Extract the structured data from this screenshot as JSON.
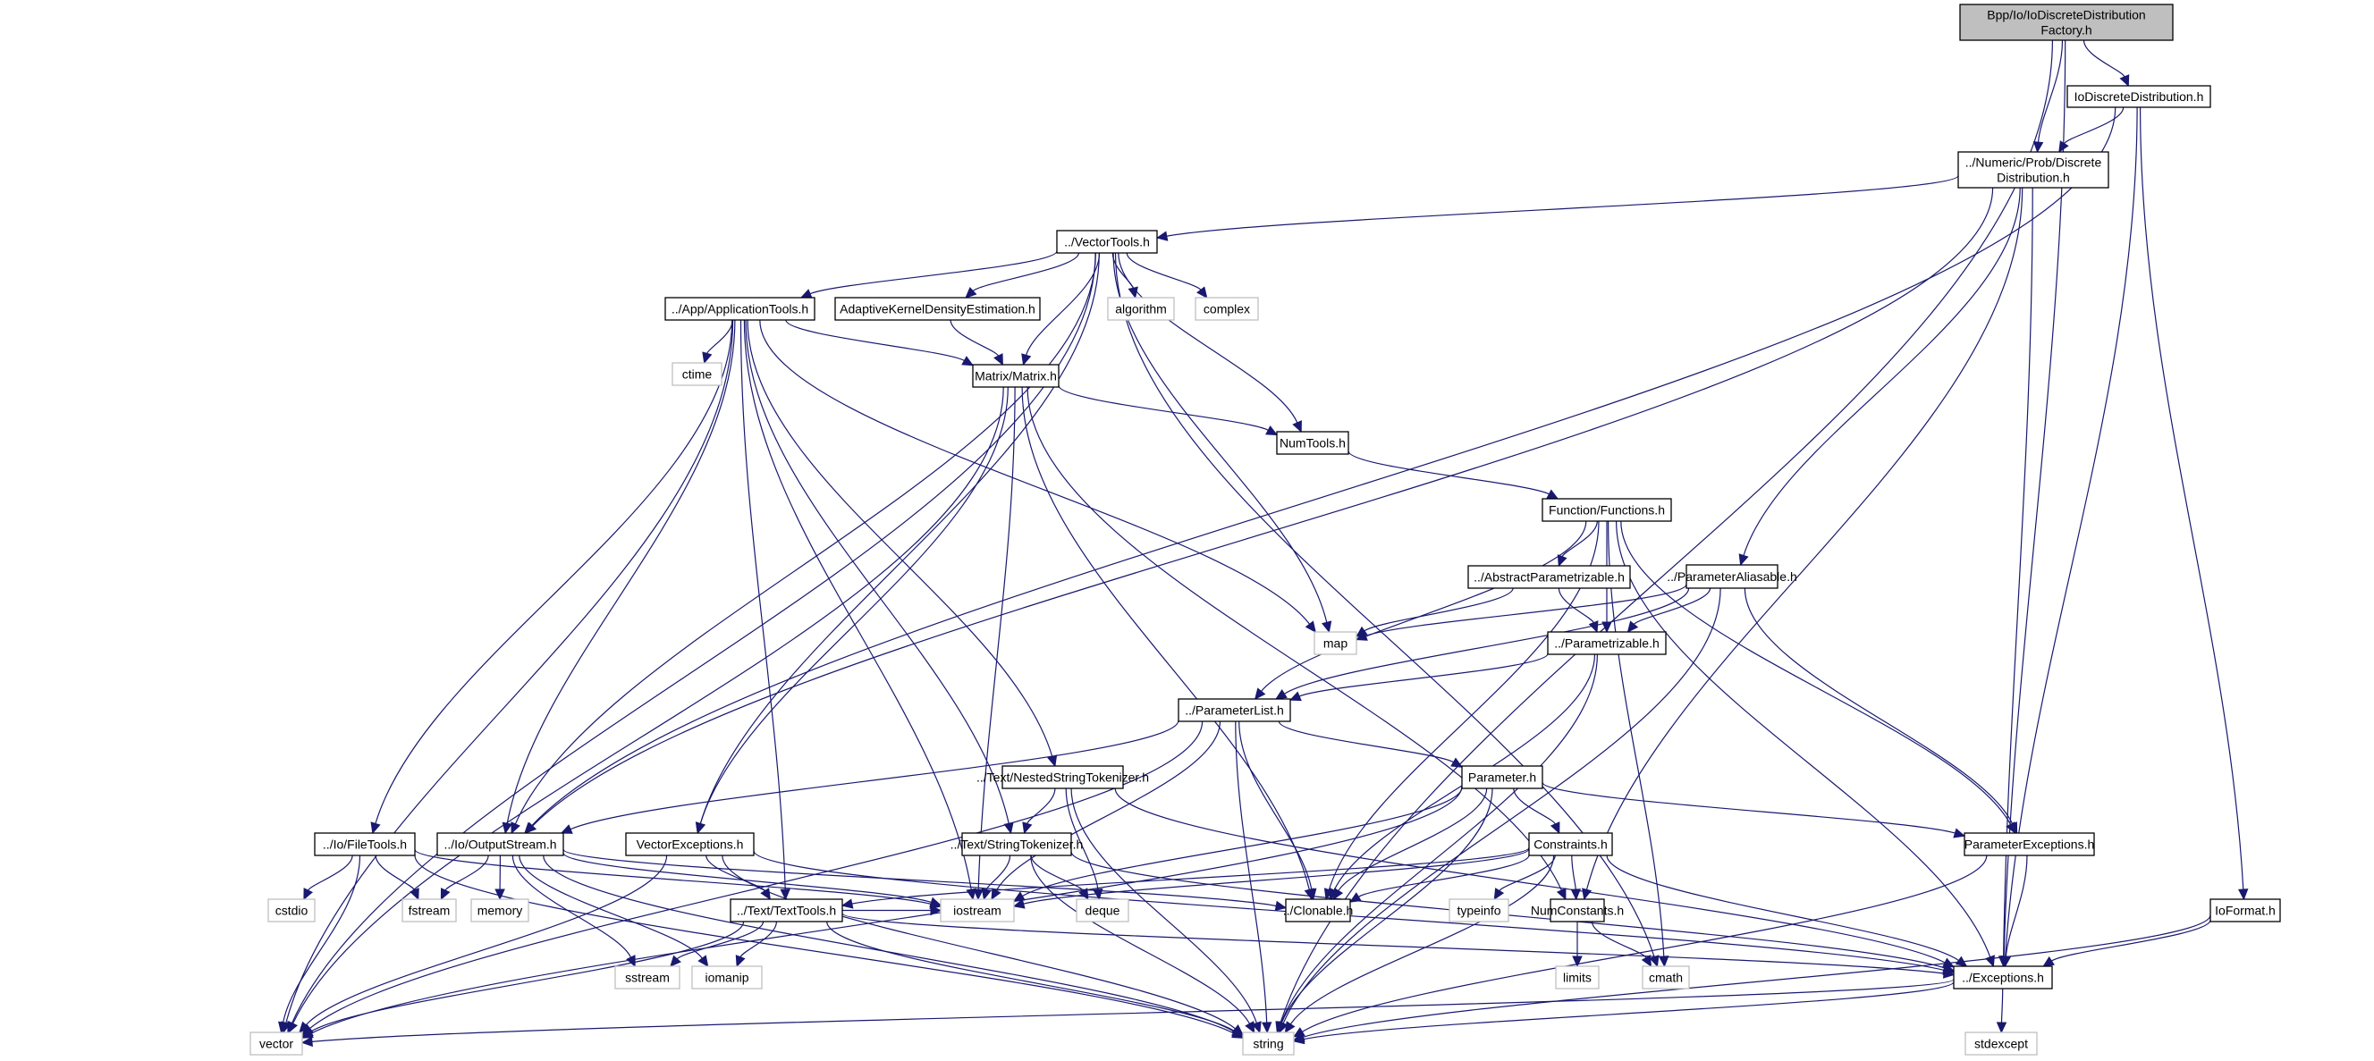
{
  "title": "Bpp/Io/IoDiscreteDistributionFactory.h include dependency graph",
  "colors": {
    "edge": "#191970",
    "root_fill": "#bfbfbf",
    "node_border": "#000000",
    "system_border": "#bfbfbf"
  },
  "nodes": [
    {
      "id": "root",
      "label": [
        "Bpp/Io/IoDiscreteDistribution",
        "Factory.h"
      ],
      "kind": "root"
    },
    {
      "id": "ioDD",
      "label": [
        "IoDiscreteDistribution.h"
      ],
      "kind": "local"
    },
    {
      "id": "DD",
      "label": [
        "../Numeric/Prob/Discrete",
        "Distribution.h"
      ],
      "kind": "local"
    },
    {
      "id": "VT",
      "label": [
        "../VectorTools.h"
      ],
      "kind": "local"
    },
    {
      "id": "AT",
      "label": [
        "../App/ApplicationTools.h"
      ],
      "kind": "local"
    },
    {
      "id": "AKDE",
      "label": [
        "AdaptiveKernelDensityEstimation.h"
      ],
      "kind": "local"
    },
    {
      "id": "algorithm",
      "label": [
        "algorithm"
      ],
      "kind": "system"
    },
    {
      "id": "complex",
      "label": [
        "complex"
      ],
      "kind": "system"
    },
    {
      "id": "ctime",
      "label": [
        "ctime"
      ],
      "kind": "system"
    },
    {
      "id": "MX",
      "label": [
        "Matrix/Matrix.h"
      ],
      "kind": "local"
    },
    {
      "id": "NT",
      "label": [
        "NumTools.h"
      ],
      "kind": "local"
    },
    {
      "id": "FN",
      "label": [
        "Function/Functions.h"
      ],
      "kind": "local"
    },
    {
      "id": "AP",
      "label": [
        "../AbstractParametrizable.h"
      ],
      "kind": "local"
    },
    {
      "id": "PA",
      "label": [
        "../ParameterAliasable.h"
      ],
      "kind": "local"
    },
    {
      "id": "map",
      "label": [
        "map"
      ],
      "kind": "system"
    },
    {
      "id": "PZ",
      "label": [
        "../Parametrizable.h"
      ],
      "kind": "local"
    },
    {
      "id": "PL",
      "label": [
        "../ParameterList.h"
      ],
      "kind": "local"
    },
    {
      "id": "NST",
      "label": [
        "../Text/NestedStringTokenizer.h"
      ],
      "kind": "local"
    },
    {
      "id": "PM",
      "label": [
        "Parameter.h"
      ],
      "kind": "local"
    },
    {
      "id": "FT",
      "label": [
        "../Io/FileTools.h"
      ],
      "kind": "local"
    },
    {
      "id": "OS",
      "label": [
        "../Io/OutputStream.h"
      ],
      "kind": "local"
    },
    {
      "id": "VE",
      "label": [
        "VectorExceptions.h"
      ],
      "kind": "local"
    },
    {
      "id": "ST",
      "label": [
        "../Text/StringTokenizer.h"
      ],
      "kind": "local"
    },
    {
      "id": "CS",
      "label": [
        "Constraints.h"
      ],
      "kind": "local"
    },
    {
      "id": "PE",
      "label": [
        "ParameterExceptions.h"
      ],
      "kind": "local"
    },
    {
      "id": "cstdio",
      "label": [
        "cstdio"
      ],
      "kind": "system"
    },
    {
      "id": "fstream",
      "label": [
        "fstream"
      ],
      "kind": "system"
    },
    {
      "id": "memory",
      "label": [
        "memory"
      ],
      "kind": "system"
    },
    {
      "id": "TT",
      "label": [
        "../Text/TextTools.h"
      ],
      "kind": "local"
    },
    {
      "id": "iostream",
      "label": [
        "iostream"
      ],
      "kind": "system"
    },
    {
      "id": "deque",
      "label": [
        "deque"
      ],
      "kind": "system"
    },
    {
      "id": "CL",
      "label": [
        "../Clonable.h"
      ],
      "kind": "local"
    },
    {
      "id": "typeinfo",
      "label": [
        "typeinfo"
      ],
      "kind": "system"
    },
    {
      "id": "NC",
      "label": [
        "NumConstants.h"
      ],
      "kind": "local"
    },
    {
      "id": "IOF",
      "label": [
        "IoFormat.h"
      ],
      "kind": "local"
    },
    {
      "id": "sstream",
      "label": [
        "sstream"
      ],
      "kind": "system"
    },
    {
      "id": "iomanip",
      "label": [
        "iomanip"
      ],
      "kind": "system"
    },
    {
      "id": "limits",
      "label": [
        "limits"
      ],
      "kind": "system"
    },
    {
      "id": "cmath",
      "label": [
        "cmath"
      ],
      "kind": "system"
    },
    {
      "id": "EX",
      "label": [
        "../Exceptions.h"
      ],
      "kind": "local"
    },
    {
      "id": "vector",
      "label": [
        "vector"
      ],
      "kind": "system"
    },
    {
      "id": "string",
      "label": [
        "string"
      ],
      "kind": "system"
    },
    {
      "id": "stdexcept",
      "label": [
        "stdexcept"
      ],
      "kind": "system"
    }
  ],
  "edges": [
    [
      "root",
      "ioDD"
    ],
    [
      "root",
      "DD"
    ],
    [
      "root",
      "EX"
    ],
    [
      "root",
      "string"
    ],
    [
      "ioDD",
      "DD"
    ],
    [
      "ioDD",
      "OS"
    ],
    [
      "ioDD",
      "EX"
    ],
    [
      "ioDD",
      "IOF"
    ],
    [
      "DD",
      "VT"
    ],
    [
      "DD",
      "PA"
    ],
    [
      "DD",
      "NC"
    ],
    [
      "DD",
      "EX"
    ],
    [
      "DD",
      "OS"
    ],
    [
      "VT",
      "AT"
    ],
    [
      "VT",
      "AKDE"
    ],
    [
      "VT",
      "algorithm"
    ],
    [
      "VT",
      "complex"
    ],
    [
      "VT",
      "MX"
    ],
    [
      "VT",
      "NT"
    ],
    [
      "VT",
      "map"
    ],
    [
      "VT",
      "VE"
    ],
    [
      "VT",
      "OS"
    ],
    [
      "VT",
      "vector"
    ],
    [
      "VT",
      "cmath"
    ],
    [
      "AT",
      "ctime"
    ],
    [
      "AT",
      "MX"
    ],
    [
      "AT",
      "FT"
    ],
    [
      "AT",
      "OS"
    ],
    [
      "AT",
      "TT"
    ],
    [
      "AT",
      "ST"
    ],
    [
      "AT",
      "NST"
    ],
    [
      "AT",
      "iostream"
    ],
    [
      "AT",
      "map"
    ],
    [
      "AT",
      "vector"
    ],
    [
      "AKDE",
      "MX"
    ],
    [
      "MX",
      "NT"
    ],
    [
      "MX",
      "VE"
    ],
    [
      "MX",
      "iostream"
    ],
    [
      "MX",
      "CL"
    ],
    [
      "MX",
      "NC"
    ],
    [
      "MX",
      "vector"
    ],
    [
      "NT",
      "FN"
    ],
    [
      "FN",
      "AP"
    ],
    [
      "FN",
      "PZ"
    ],
    [
      "FN",
      "PL"
    ],
    [
      "FN",
      "CL"
    ],
    [
      "FN",
      "PE"
    ],
    [
      "FN",
      "EX"
    ],
    [
      "FN",
      "cmath"
    ],
    [
      "AP",
      "PZ"
    ],
    [
      "AP",
      "map"
    ],
    [
      "PA",
      "PZ"
    ],
    [
      "PA",
      "PL"
    ],
    [
      "PA",
      "map"
    ],
    [
      "PA",
      "PE"
    ],
    [
      "PA",
      "string"
    ],
    [
      "PZ",
      "PL"
    ],
    [
      "PZ",
      "CL"
    ],
    [
      "PZ",
      "string"
    ],
    [
      "PL",
      "PM"
    ],
    [
      "PL",
      "OS"
    ],
    [
      "PL",
      "CL"
    ],
    [
      "PL",
      "iostream"
    ],
    [
      "PL",
      "string"
    ],
    [
      "PL",
      "vector"
    ],
    [
      "NST",
      "ST"
    ],
    [
      "NST",
      "deque"
    ],
    [
      "NST",
      "string"
    ],
    [
      "NST",
      "EX"
    ],
    [
      "PM",
      "CS"
    ],
    [
      "PM",
      "PE"
    ],
    [
      "PM",
      "CL"
    ],
    [
      "PM",
      "iostream"
    ],
    [
      "PM",
      "string"
    ],
    [
      "PM",
      "vector"
    ],
    [
      "FT",
      "cstdio"
    ],
    [
      "FT",
      "fstream"
    ],
    [
      "FT",
      "iostream"
    ],
    [
      "FT",
      "vector"
    ],
    [
      "FT",
      "string"
    ],
    [
      "OS",
      "fstream"
    ],
    [
      "OS",
      "memory"
    ],
    [
      "OS",
      "sstream"
    ],
    [
      "OS",
      "iomanip"
    ],
    [
      "OS",
      "iostream"
    ],
    [
      "OS",
      "CL"
    ],
    [
      "OS",
      "string"
    ],
    [
      "VE",
      "TT"
    ],
    [
      "VE",
      "EX"
    ],
    [
      "VE",
      "vector"
    ],
    [
      "VE",
      "string"
    ],
    [
      "ST",
      "iostream"
    ],
    [
      "ST",
      "deque"
    ],
    [
      "ST",
      "string"
    ],
    [
      "ST",
      "EX"
    ],
    [
      "CS",
      "typeinfo"
    ],
    [
      "CS",
      "NC"
    ],
    [
      "CS",
      "CL"
    ],
    [
      "CS",
      "TT"
    ],
    [
      "CS",
      "iostream"
    ],
    [
      "CS",
      "EX"
    ],
    [
      "CS",
      "string"
    ],
    [
      "PE",
      "EX"
    ],
    [
      "PE",
      "string"
    ],
    [
      "TT",
      "sstream"
    ],
    [
      "TT",
      "iomanip"
    ],
    [
      "TT",
      "iostream"
    ],
    [
      "TT",
      "EX"
    ],
    [
      "TT",
      "vector"
    ],
    [
      "TT",
      "string"
    ],
    [
      "NC",
      "limits"
    ],
    [
      "NC",
      "cmath"
    ],
    [
      "IOF",
      "EX"
    ],
    [
      "IOF",
      "string"
    ],
    [
      "EX",
      "stdexcept"
    ],
    [
      "EX",
      "vector"
    ],
    [
      "EX",
      "string"
    ]
  ]
}
